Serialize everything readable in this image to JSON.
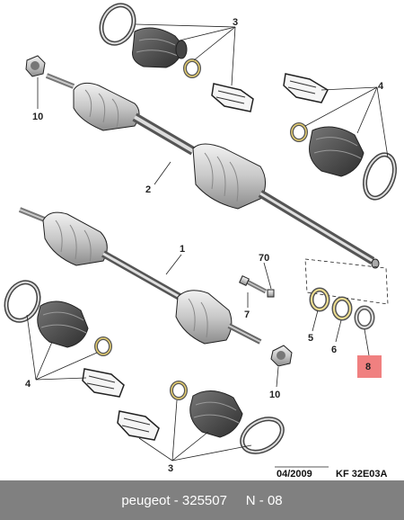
{
  "diagram": {
    "callouts": {
      "c1": "1",
      "c2": "2",
      "c3_top": "3",
      "c3_bottom": "3",
      "c4_right": "4",
      "c4_left": "4",
      "c5": "5",
      "c6": "6",
      "c7": "7",
      "c8": "8",
      "c10_top": "10",
      "c10_bottom": "10",
      "c70": "70"
    },
    "highlight_color": "#f08080",
    "date_code": "04/2009",
    "ref_code": "KF 32E03A"
  },
  "footer": {
    "text": "peugeot - 325507     N - 08"
  }
}
